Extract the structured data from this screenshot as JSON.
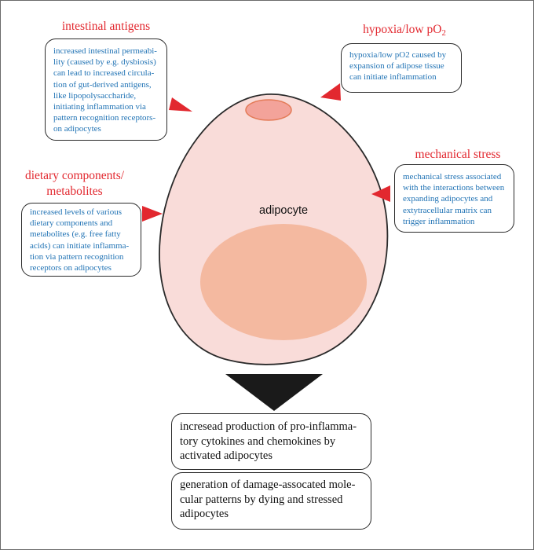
{
  "cell": {
    "label": "adipocyte"
  },
  "colors": {
    "title_red": "#e2282f",
    "body_blue": "#1f72b4",
    "cell_fill": "#f9dcd9",
    "nucleus_fill": "#f4b9a0",
    "organelle_fill": "#f3a39a",
    "arrow_black": "#1a1a1a"
  },
  "intestinal": {
    "title": "intestinal antigens",
    "lines": [
      "increased intestinal permeabi-",
      "lity (caused by e.g. dysbiosis)",
      "can lead to increased circula-",
      "tion of gut-derived antigens,",
      "like lipopolysaccharide,",
      "initiating inflammation via",
      "pattern recognition receptors-",
      "on adipocytes"
    ]
  },
  "hypoxia": {
    "title_main": "hypoxia/low pO",
    "title_sub": "2",
    "lines": [
      "hypoxia/low pO2 caused by",
      "expansion of adipose tissue",
      "can initiate inflammation"
    ]
  },
  "mechanical": {
    "title": "mechanical stress",
    "lines": [
      "mechanical stress associated",
      "with the interactions between",
      "expanding adipocytes and",
      "extytracellular matrix can",
      "trigger inflammation"
    ]
  },
  "dietary": {
    "title_lines": [
      "dietary components/",
      "metabolites"
    ],
    "lines": [
      "increased levels of various",
      "dietary components and",
      "metabolites (e.g. free fatty",
      "acids) can initiate inflamma-",
      "tion via pattern recognition",
      "receptors on adipocytes"
    ]
  },
  "outcomes": [
    {
      "lines": [
        "incresead production of pro-inflamma-",
        "tory cytokines and chemokines by",
        "activated adipocytes"
      ]
    },
    {
      "lines": [
        "generation of damage-assocated mole-",
        "cular patterns by dying and stressed",
        "adipocytes"
      ]
    }
  ]
}
